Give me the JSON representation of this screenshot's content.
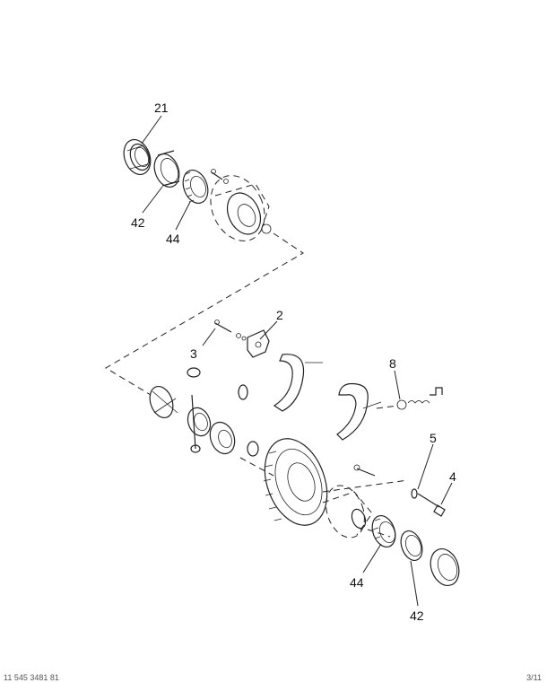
{
  "callouts": {
    "c21": "21",
    "c42_top": "42",
    "c44_top": "44",
    "c2": "2",
    "c3": "3",
    "c8": "8",
    "c5": "5",
    "c4": "4",
    "c44_bottom": "44",
    "c42_bottom": "42"
  },
  "footer": {
    "left": "11 545 3481 81",
    "right": "3/11"
  }
}
